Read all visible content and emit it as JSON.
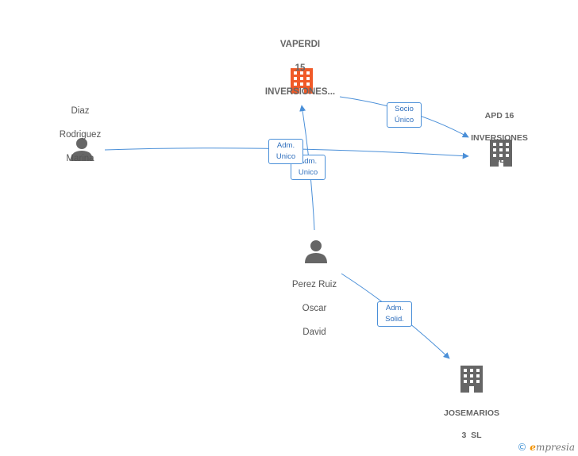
{
  "nodes": {
    "vaperdi": {
      "lines": [
        "VAPERDI",
        "15",
        "INVERSIONES..."
      ],
      "kind": "company",
      "color": "#f05a28"
    },
    "apd16": {
      "lines": [
        "APD 16",
        "INVERSIONES",
        "SL"
      ],
      "kind": "company",
      "color": "#666666"
    },
    "josemarios": {
      "lines": [
        "JOSEMARIOS",
        "3  SL"
      ],
      "kind": "company",
      "color": "#666666"
    },
    "diaz": {
      "lines": [
        "Diaz",
        "Rodriguez",
        "Marina"
      ],
      "kind": "person",
      "color": "#666666"
    },
    "perez": {
      "lines": [
        "Perez Ruiz",
        "Oscar",
        "David"
      ],
      "kind": "person",
      "color": "#666666"
    }
  },
  "edges": {
    "vaperdi_apd16": {
      "lines": [
        "Socio",
        "Único"
      ]
    },
    "diaz_apd16": {
      "lines": [
        "Adm.",
        "Unico"
      ]
    },
    "perez_vaperdi": {
      "lines": [
        "Adm.",
        "Unico"
      ]
    },
    "perez_josemarios": {
      "lines": [
        "Adm.",
        "Solid."
      ]
    }
  },
  "footer": {
    "copyright": "©",
    "brand_first": "e",
    "brand_rest": "mpresia"
  },
  "colors": {
    "edge": "#4a8fd8",
    "highlight": "#f05a28",
    "icon": "#666666"
  }
}
